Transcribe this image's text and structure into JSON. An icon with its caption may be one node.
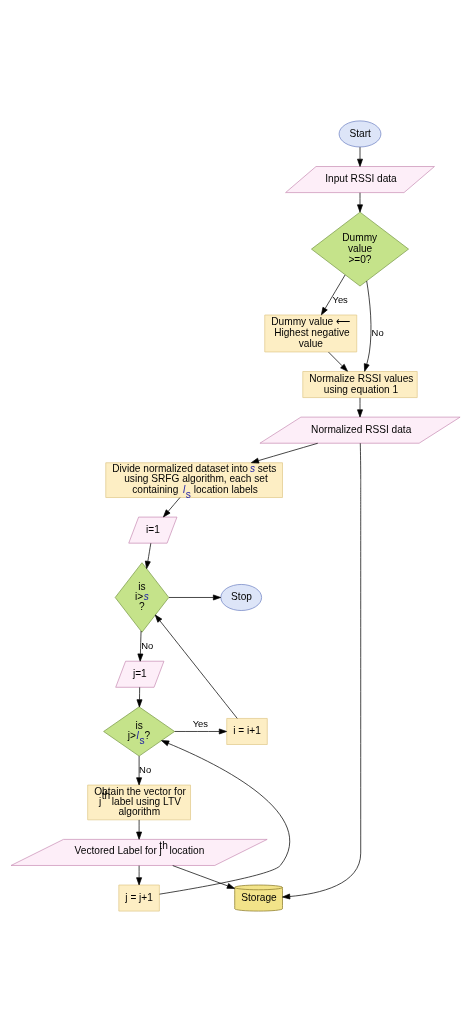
{
  "diagram": {
    "nodes": [
      {
        "text": [
          "Start"
        ]
      },
      {
        "text": [
          "Input RSSI data"
        ]
      },
      {
        "text": [
          "Dummy value >=0?"
        ]
      },
      {
        "text": [
          "Dummy value ⟵ Highest negative value"
        ]
      },
      {
        "text": [
          "Normalize RSSI values using equation 1"
        ]
      },
      {
        "text": [
          "Normalized RSSI data"
        ]
      },
      {
        "text": [
          "Divide normalized dataset into *s* sets using SRFG algorithm, each set containing *l*$_{s}$ location labels"
        ]
      },
      {
        "text": [
          "i=1"
        ]
      },
      {
        "text": [
          "is i>*s* ?"
        ]
      },
      {
        "text": [
          "Stop"
        ]
      },
      {
        "text": [
          "j=1"
        ]
      },
      {
        "text": [
          "is j>*l*$_{s}$?"
        ]
      },
      {
        "text": [
          "i = i+1"
        ]
      },
      {
        "text": [
          "Obtain the vector for j$^{th}$ label using LTV algorithm"
        ]
      },
      {
        "text": [
          "Vectored Label for j$^{th}$ location"
        ]
      },
      {
        "text": [
          "j = j+1"
        ]
      },
      {
        "text": [
          "Storage"
        ]
      }
    ],
    "edges": [
      {
        "from": 0,
        "to": 1,
        "arrow": "to"
      },
      {
        "from": 1,
        "to": 2,
        "arrow": "to"
      },
      {
        "from": 2,
        "to": 3,
        "arrow": "to",
        "label": "Yes"
      },
      {
        "from": 2,
        "to": 4,
        "arrow": "to",
        "label": "No"
      },
      {
        "from": 3,
        "to": 4,
        "arrow": "to"
      },
      {
        "from": 4,
        "to": 5,
        "arrow": "to"
      },
      {
        "from": 5,
        "to": 6,
        "arrow": "to"
      },
      {
        "from": 5,
        "to": 16,
        "arrow": "to"
      },
      {
        "from": 6,
        "to": 7,
        "arrow": "to"
      },
      {
        "from": 7,
        "to": 8,
        "arrow": "to"
      },
      {
        "from": 8,
        "to": 9,
        "arrow": "to"
      },
      {
        "from": 8,
        "to": 10,
        "arrow": "to",
        "label": "No"
      },
      {
        "from": 10,
        "to": 11,
        "arrow": "to"
      },
      {
        "from": 11,
        "to": 12,
        "arrow": "to",
        "label": "Yes"
      },
      {
        "from": 12,
        "to": 8,
        "arrow": "to"
      },
      {
        "from": 11,
        "to": 13,
        "arrow": "to",
        "label": "No"
      },
      {
        "from": 13,
        "to": 14,
        "arrow": "to"
      },
      {
        "from": 14,
        "to": 15,
        "arrow": "to"
      },
      {
        "from": 15,
        "to": 11,
        "arrow": "to"
      },
      {
        "from": 14,
        "to": 16,
        "arrow": "to"
      }
    ]
  }
}
